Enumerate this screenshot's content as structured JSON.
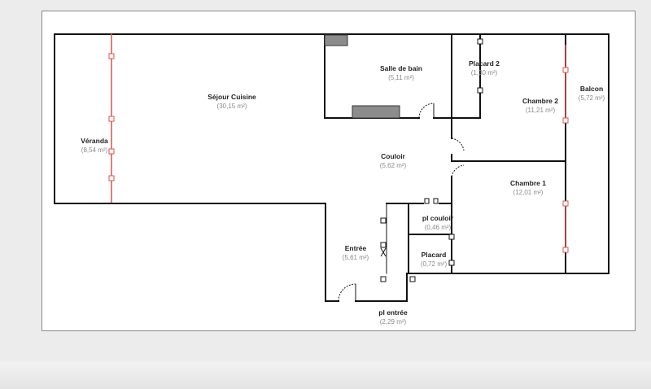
{
  "floor_plan": {
    "rooms": [
      {
        "id": "sejour",
        "name": "Séjour Cuisine",
        "area": "(30,15 m²)"
      },
      {
        "id": "salle",
        "name": "Salle de bain",
        "area": "(5,11 m²)"
      },
      {
        "id": "placard2",
        "name": "Placard 2",
        "area": "(1,30 m²)"
      },
      {
        "id": "chambre2",
        "name": "Chambre 2",
        "area": "(11,21 m²)"
      },
      {
        "id": "balcon",
        "name": "Balcon",
        "area": "(5,72 m²)"
      },
      {
        "id": "veranda",
        "name": "Véranda",
        "area": "(8,54 m²)"
      },
      {
        "id": "couloir",
        "name": "Couloir",
        "area": "(5,62 m²)"
      },
      {
        "id": "chambre1",
        "name": "Chambre 1",
        "area": "(12,01 m²)"
      },
      {
        "id": "plcouloir",
        "name": "pl couloir",
        "area": "(0,46 m²)"
      },
      {
        "id": "entree",
        "name": "Entrée",
        "area": "(5,61 m²)"
      },
      {
        "id": "placard",
        "name": "Placard",
        "area": "(0,72 m²)"
      },
      {
        "id": "plentree",
        "name": "pl entrée",
        "area": "(2,29 m²)"
      }
    ],
    "colors": {
      "wall": "#111111",
      "window": "#d9534f",
      "fixture": "#8c8c8c",
      "paper": "#ffffff",
      "background": "#ececec"
    }
  }
}
